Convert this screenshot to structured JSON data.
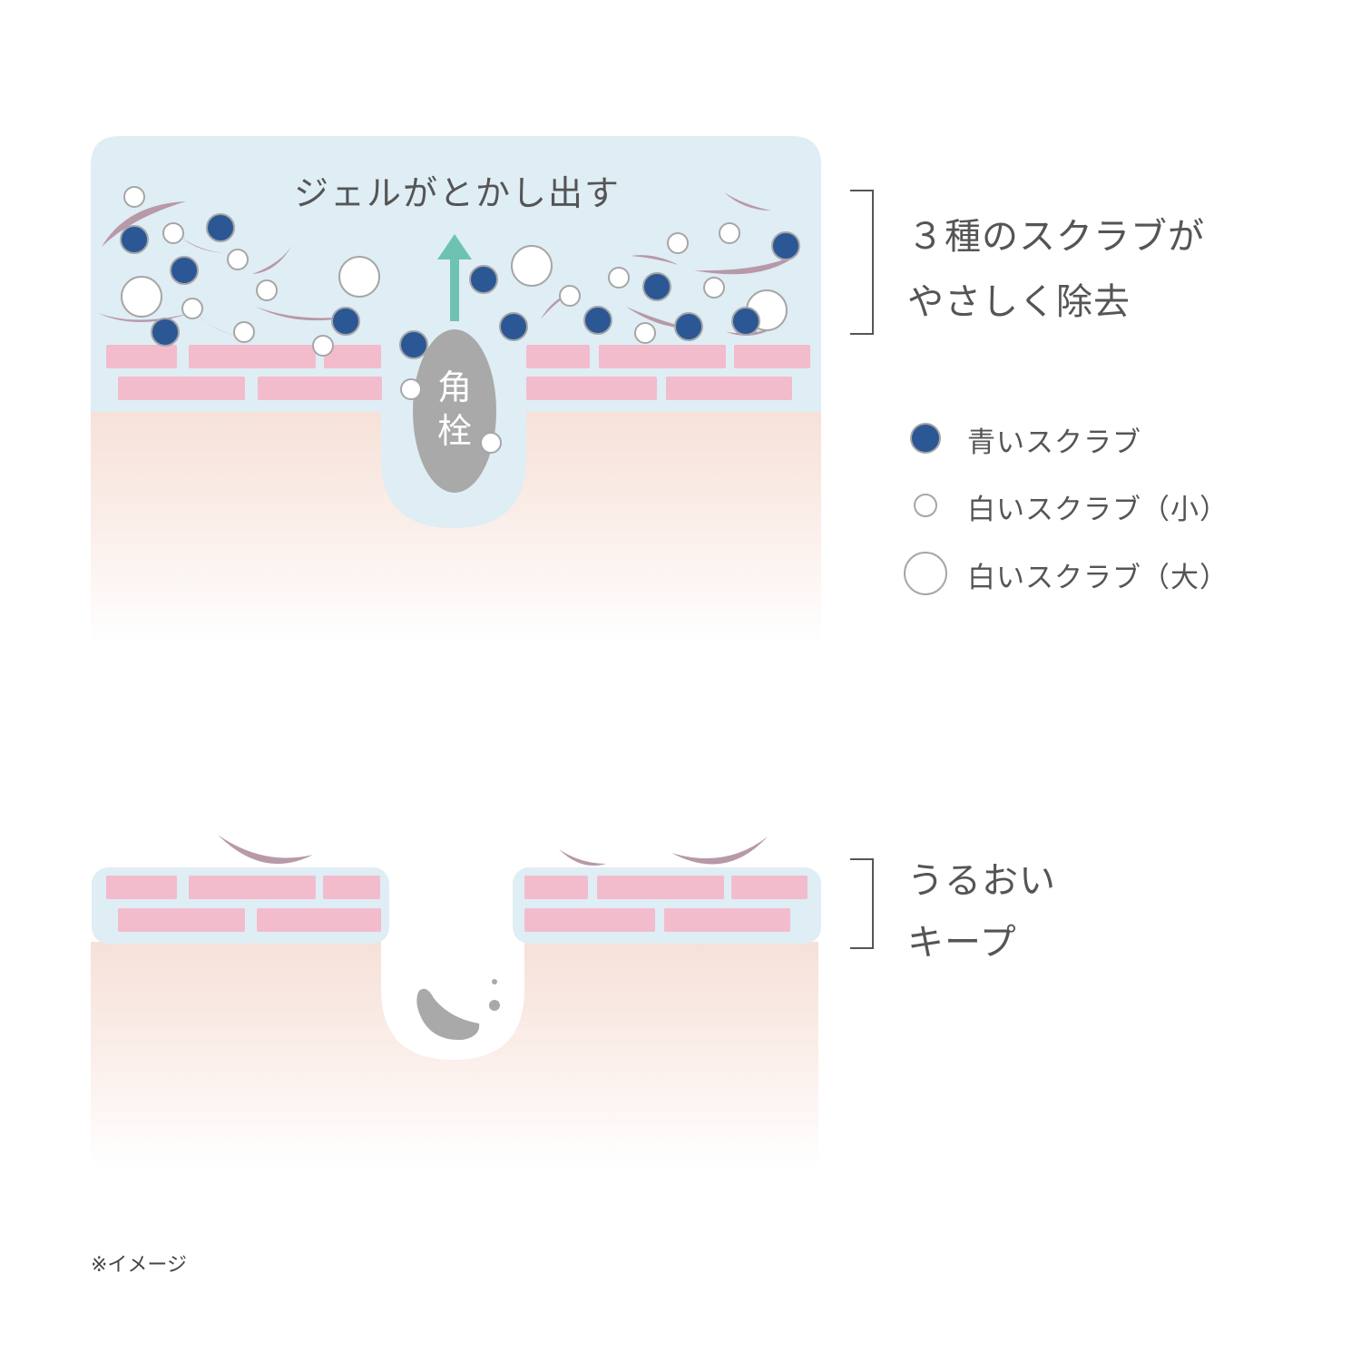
{
  "colors": {
    "gel": "#dfedf5",
    "skin_top": "#f6e1d8",
    "skin_bottom": "#ffffff",
    "cell": "#f2bccd",
    "blue_scrub": "#2b5795",
    "white_scrub_stroke": "#a6a6a6",
    "plug": "#a9a9a9",
    "arrow": "#6ec2b2",
    "flake": "#b899a8",
    "text": "#555555"
  },
  "top_panel": {
    "gel_label": "ジェルがとかし出す",
    "plug_label_1": "角",
    "plug_label_2": "栓",
    "callout_line_1": "３種のスクラブが",
    "callout_line_2": "やさしく除去"
  },
  "legend": {
    "items": [
      {
        "type": "blue",
        "label": "青いスクラブ"
      },
      {
        "type": "white-small",
        "label": "白いスクラブ（小）"
      },
      {
        "type": "white-large",
        "label": "白いスクラブ（大）"
      }
    ]
  },
  "bottom_panel": {
    "callout_line_1": "うるおい",
    "callout_line_2": "キープ"
  },
  "footnote": "※イメージ"
}
